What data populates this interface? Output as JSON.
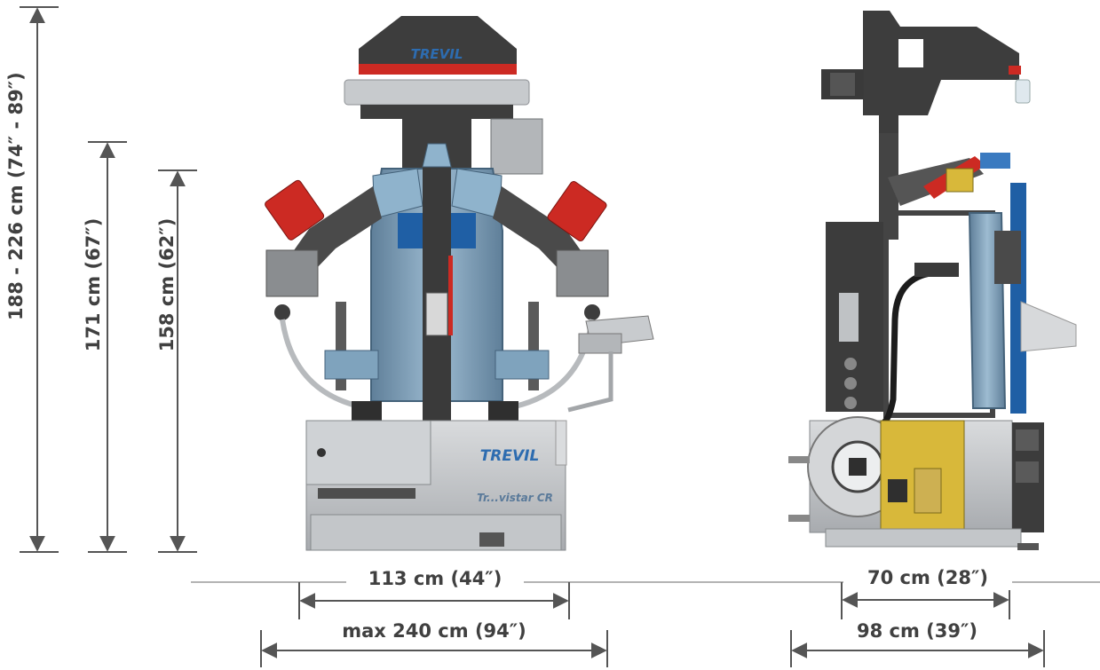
{
  "dimensions": {
    "height_total": "188 - 226 cm (74″ - 89″)",
    "height_mid": "171 cm (67″)",
    "height_low": "158 cm (62″)",
    "front_width": "113 cm (44″)",
    "front_max_width": "max 240 cm (94″)",
    "side_depth": "70 cm (28″)",
    "side_max_depth": "98 cm (39″)"
  },
  "machine": {
    "brand_top": "TREVIL",
    "brand_front": "TREVIL",
    "model_label": "Tr...vistar CR"
  },
  "colors": {
    "dim_text": "#404040",
    "dim_line": "#555555",
    "body_dark": "#3f3f3f",
    "body_grey": "#b9bcc0",
    "steel_blue": "#7fa3bd",
    "accent_blue": "#1f5fa5",
    "accent_red": "#cc2a23",
    "accent_yellow": "#d8b83a"
  }
}
